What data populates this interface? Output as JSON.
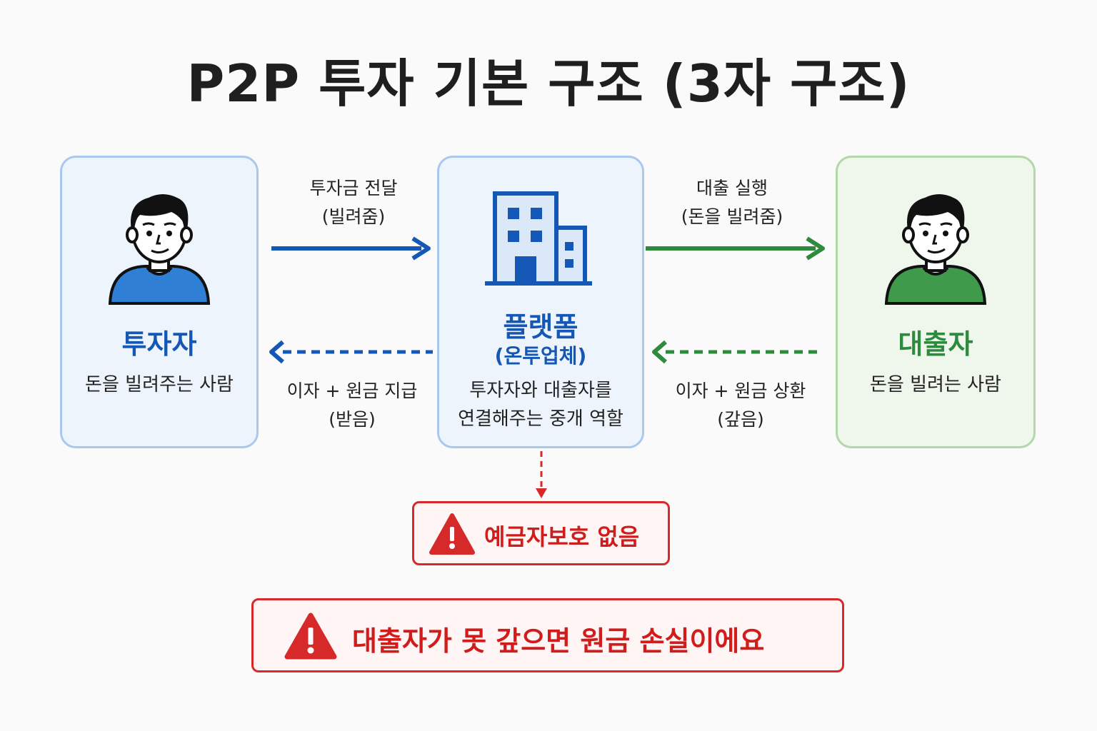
{
  "title": "P2P 투자 기본 구조 (3자 구조)",
  "investor": {
    "title": "투자자",
    "desc": "돈을 빌려주는 사람"
  },
  "platform": {
    "title": "플랫폼",
    "subtitle": "(온투업체)",
    "desc_line1": "투자자와 대출자를",
    "desc_line2": "연결해주는 중개 역할"
  },
  "borrower": {
    "title": "대출자",
    "desc": "돈을 빌려는 사람"
  },
  "flows": {
    "invest": {
      "line1": "투자금 전달",
      "line2": "(빌려줌)"
    },
    "loan": {
      "line1": "대출 실행",
      "line2": "(돈을 빌려줌)"
    },
    "pay_investor": {
      "line1": "이자 + 원금 지급",
      "line2": "(받음)"
    },
    "repay": {
      "line1": "이자 + 원금 상환",
      "line2": "(갚음)"
    }
  },
  "warning_small": "예금자보호 없음",
  "warning_large": "대출자가 못 갚으면 원금 손실이에요",
  "colors": {
    "blue": "#1457b5",
    "green": "#2e8b3e",
    "red": "#d62a2a"
  },
  "icons": [
    "person-icon",
    "building-icon",
    "warning-icon"
  ]
}
